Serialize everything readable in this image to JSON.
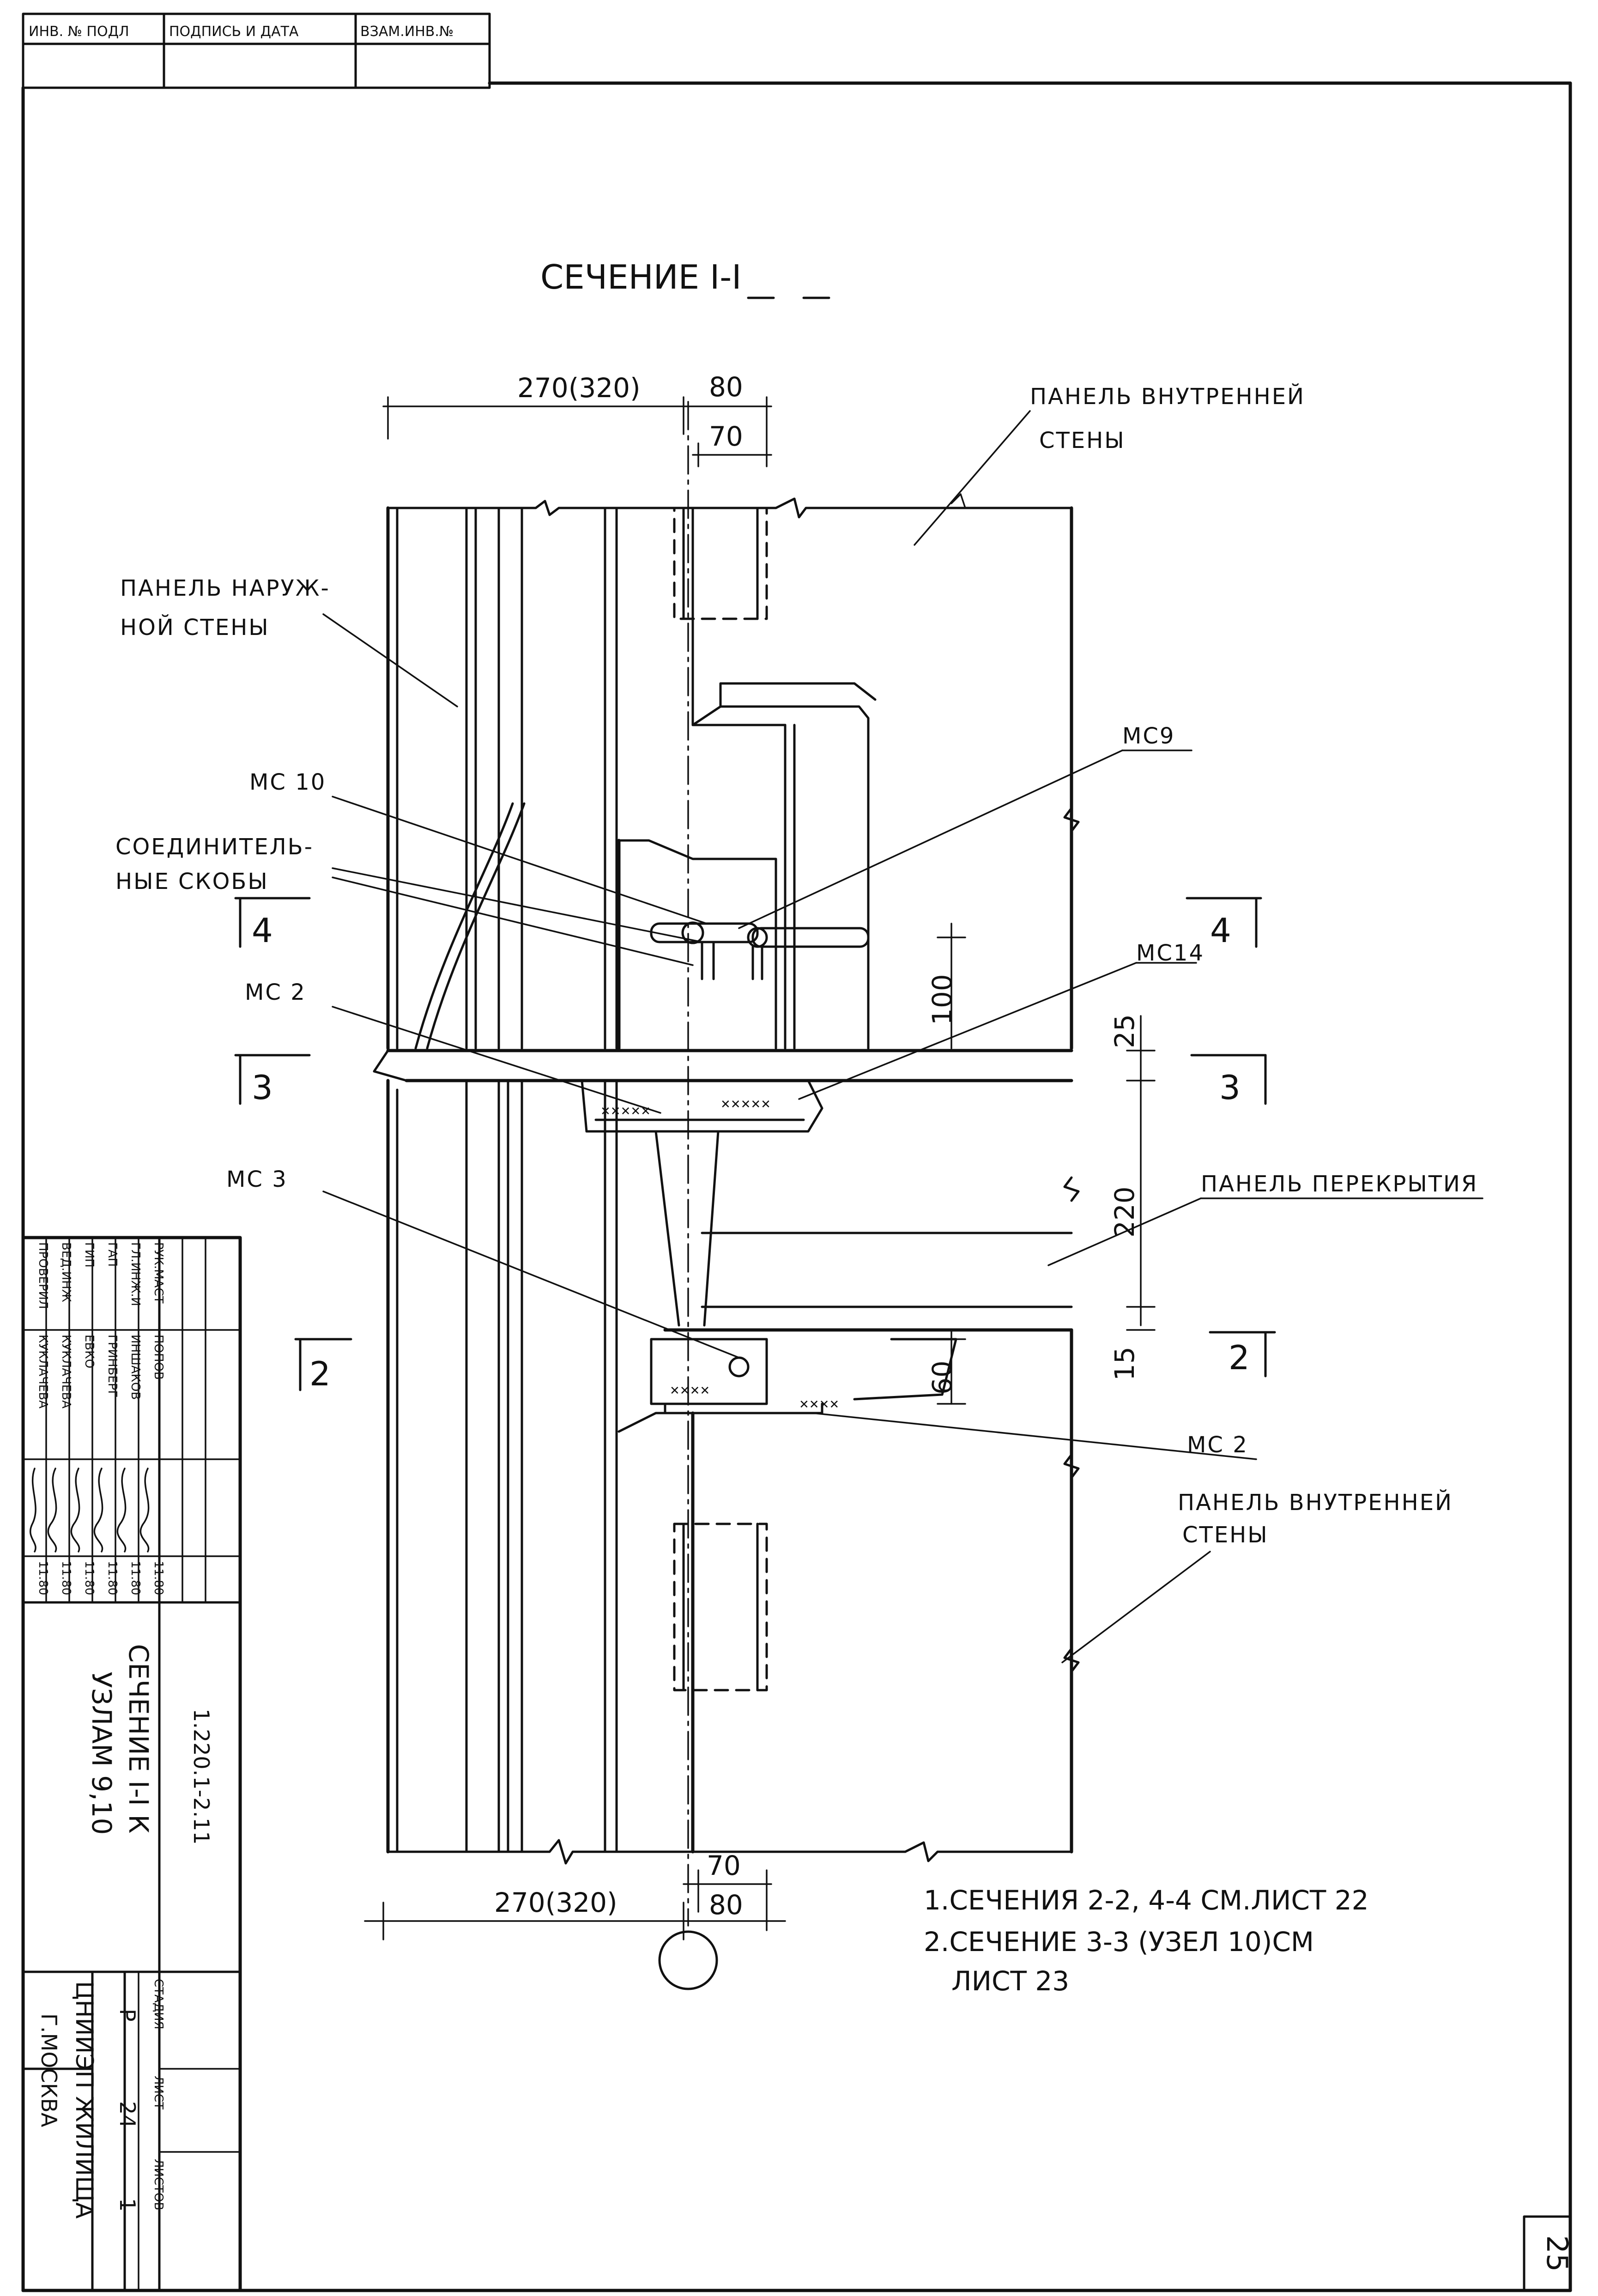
{
  "stamp": {
    "inv_podl": "ИНВ. № ПОДЛ",
    "podpis_data": "ПОДПИСЬ И ДАТА",
    "vzam_inv": "ВЗАМ.ИНВ.№"
  },
  "drawing": {
    "title": "СЕЧЕНИЕ I-I",
    "labels": {
      "inner_wall_top": [
        "ПАНЕЛЬ ВНУТРЕННЕЙ",
        "СТЕНЫ"
      ],
      "outer_wall": [
        "ПАНЕЛЬ НАРУЖ-",
        "НОЙ СТЕНЫ"
      ],
      "mc9": "МС9",
      "mc10": "МС 10",
      "connectors": [
        "СОЕДИНИТЕЛЬ-",
        "НЫЕ СКОБЫ"
      ],
      "mc14": "МС14",
      "mc2_top": "МС 2",
      "mc3": "МС 3",
      "floor_panel": "ПАНЕЛЬ ПЕРЕКРЫТИЯ",
      "mc2_bottom": "МС 2",
      "inner_wall_bottom": [
        "ПАНЕЛЬ ВНУТРЕННЕЙ",
        "СТЕНЫ"
      ]
    },
    "dimensions": {
      "top_width": "270(320)",
      "top_80": "80",
      "top_70": "70",
      "d100": "100",
      "d25": "25",
      "d220": "220",
      "d15": "15",
      "d60": "60",
      "bot_70": "70",
      "bot_width": "270(320)",
      "bot_80": "80"
    },
    "section_marks": {
      "s4_left": "4",
      "s4_right": "4",
      "s3_left": "3",
      "s3_right": "3",
      "s2_left": "2",
      "s2_right": "2"
    },
    "notes": [
      "1.СЕЧЕНИЯ 2-2, 4-4 СМ.ЛИСТ 22",
      "2.СЕЧЕНИЕ 3-3 (УЗЕЛ 10)СМ",
      "ЛИСТ 23"
    ]
  },
  "title_block": {
    "code": "1.220.1-2.11",
    "title_line1": "СЕЧЕНИЕ I-I К",
    "title_line2": "УЗЛАМ 9,10",
    "roles": [
      {
        "role": "РУК.МАСТ",
        "name": "ПОПОВ",
        "date": "11.80"
      },
      {
        "role": "ГЛ.ИНЖ.И",
        "name": "ИНШАКОВ",
        "date": "11.80"
      },
      {
        "role": "ГАП",
        "name": "ГРИНБЕРГ",
        "date": "11.80"
      },
      {
        "role": "ГИП",
        "name": "ЕВКО",
        "date": "11.80"
      },
      {
        "role": "ВЕД.ИНЖ",
        "name": "КУКЛАЧЕВА",
        "date": "11.80"
      },
      {
        "role": "ПРОВЕРИЛ",
        "name": "КУКЛАЧЕВА",
        "date": "11.80"
      }
    ],
    "stage_label": "СТАДИЯ",
    "sheet_label": "ЛИСТ",
    "sheets_label": "ЛИСТОВ",
    "stage": "Р",
    "sheet": "24",
    "sheets": "1",
    "org_line1": "ЦНИИЭП ЖИЛИЩА",
    "org_line2": "Г.МОСКВА"
  },
  "page_number": "25"
}
